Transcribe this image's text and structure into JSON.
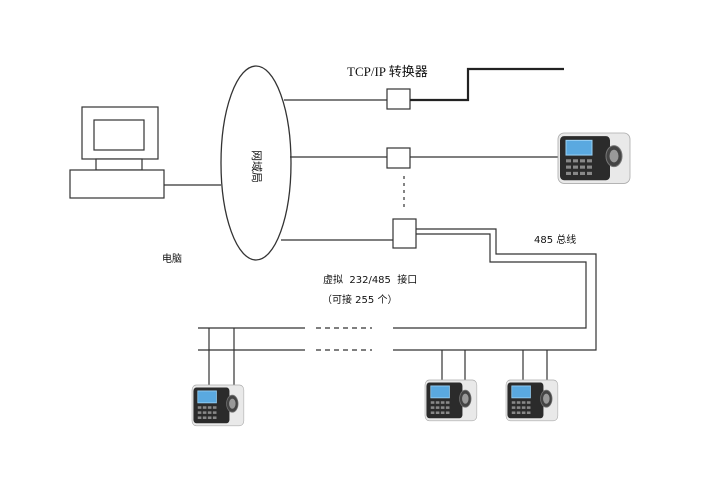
{
  "labels": {
    "converter": "TCP/IP 转换器",
    "lan": "网域局",
    "computer": "电脑",
    "bus": "485 总线",
    "virtual_port": "虚拟  232/485  接口",
    "capacity": "（可接 255 个）"
  },
  "devices": [
    {
      "name": "terminal-networked"
    },
    {
      "name": "terminal-bus-left"
    },
    {
      "name": "terminal-bus-middle"
    },
    {
      "name": "terminal-bus-right"
    }
  ],
  "colors": {
    "line": "#333333",
    "device_body": "#2b2b2b",
    "device_panel": "#e8e8e8",
    "screen": "#6fb8e8"
  }
}
